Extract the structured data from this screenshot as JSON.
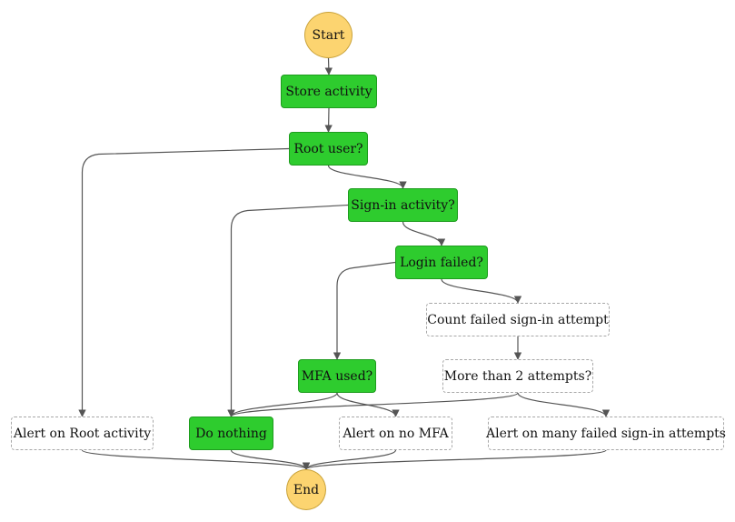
{
  "diagram": {
    "nodes": {
      "start": {
        "label": "Start",
        "kind": "terminal"
      },
      "store_activity": {
        "label": "Store activity",
        "kind": "task"
      },
      "root_user": {
        "label": "Root user?",
        "kind": "task"
      },
      "signin_activity": {
        "label": "Sign-in activity?",
        "kind": "task"
      },
      "login_failed": {
        "label": "Login failed?",
        "kind": "task"
      },
      "count_failed": {
        "label": "Count failed sign-in attempt",
        "kind": "pending"
      },
      "mfa_used": {
        "label": "MFA used?",
        "kind": "task"
      },
      "more_than_2": {
        "label": "More than 2 attempts?",
        "kind": "pending"
      },
      "alert_root": {
        "label": "Alert on Root activity",
        "kind": "pending"
      },
      "do_nothing": {
        "label": "Do nothing",
        "kind": "task"
      },
      "alert_no_mfa": {
        "label": "Alert on no MFA",
        "kind": "pending"
      },
      "alert_many_failed": {
        "label": "Alert on many failed sign-in attempts",
        "kind": "pending"
      },
      "end": {
        "label": "End",
        "kind": "terminal"
      }
    },
    "edges": [
      [
        "start",
        "store_activity"
      ],
      [
        "store_activity",
        "root_user"
      ],
      [
        "root_user",
        "alert_root"
      ],
      [
        "root_user",
        "signin_activity"
      ],
      [
        "signin_activity",
        "do_nothing"
      ],
      [
        "signin_activity",
        "login_failed"
      ],
      [
        "login_failed",
        "mfa_used"
      ],
      [
        "login_failed",
        "count_failed"
      ],
      [
        "count_failed",
        "more_than_2"
      ],
      [
        "mfa_used",
        "do_nothing"
      ],
      [
        "mfa_used",
        "alert_no_mfa"
      ],
      [
        "more_than_2",
        "do_nothing"
      ],
      [
        "more_than_2",
        "alert_many_failed"
      ],
      [
        "alert_root",
        "end"
      ],
      [
        "do_nothing",
        "end"
      ],
      [
        "alert_no_mfa",
        "end"
      ],
      [
        "alert_many_failed",
        "end"
      ]
    ],
    "colors": {
      "task_fill": "#2ecc2e",
      "task_border": "#1e9c1e",
      "terminal_fill": "#fcd470",
      "terminal_border": "#c9a23a",
      "pending_border": "#a8a8a8",
      "edge": "#555555"
    }
  }
}
